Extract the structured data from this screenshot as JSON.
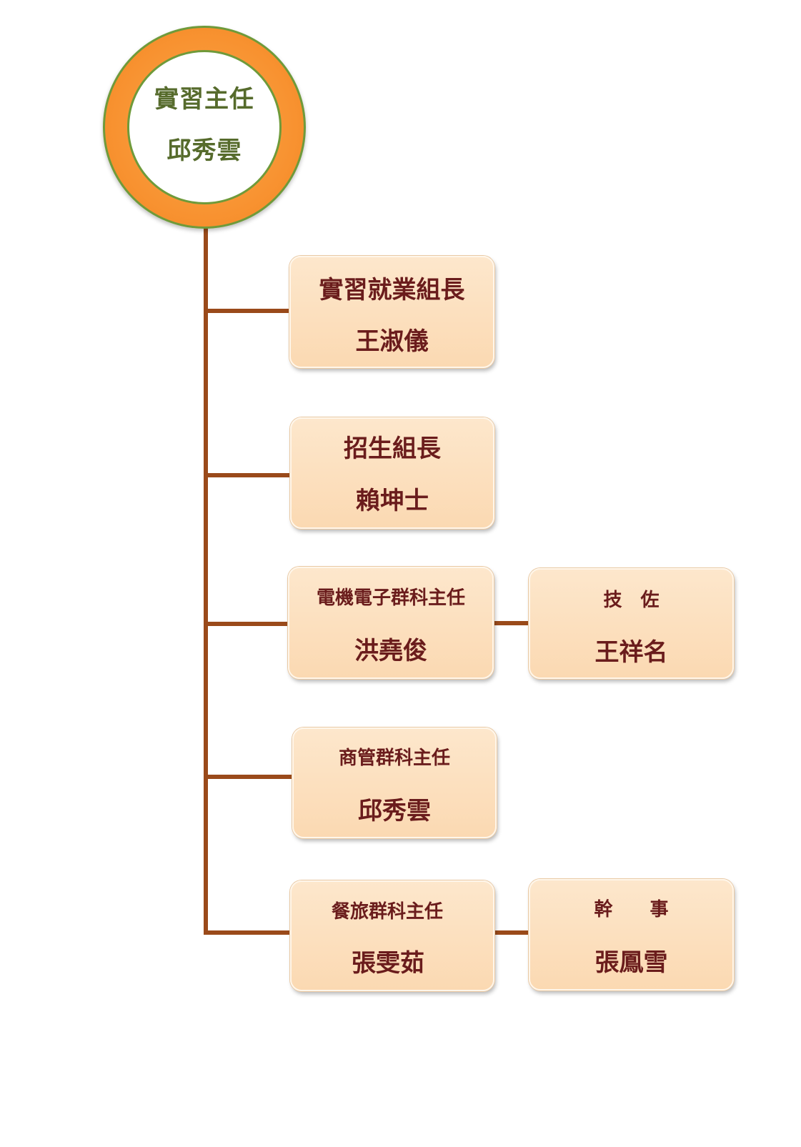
{
  "head": {
    "title": "實習主任",
    "name": "邱秀雲"
  },
  "units": [
    {
      "title": "實習就業組長",
      "name": "王淑儀"
    },
    {
      "title": "招生組長",
      "name": "賴坤士"
    },
    {
      "title": "電機電子群科主任",
      "name": "洪堯俊"
    },
    {
      "title": "商管群科主任",
      "name": "邱秀雲"
    },
    {
      "title": "餐旅群科主任",
      "name": "張雯茹"
    }
  ],
  "assistants": [
    {
      "title": "技　佐",
      "name": "王祥名"
    },
    {
      "title": "幹　　事",
      "name": "張鳳雪"
    }
  ],
  "colors": {
    "ring": "#f7902e",
    "ring_border": "#6f9a3a",
    "head_text": "#566b2c",
    "box_fill": "#fbd9b2",
    "box_text": "#6a1c1c",
    "connector": "#9a4a1a"
  }
}
